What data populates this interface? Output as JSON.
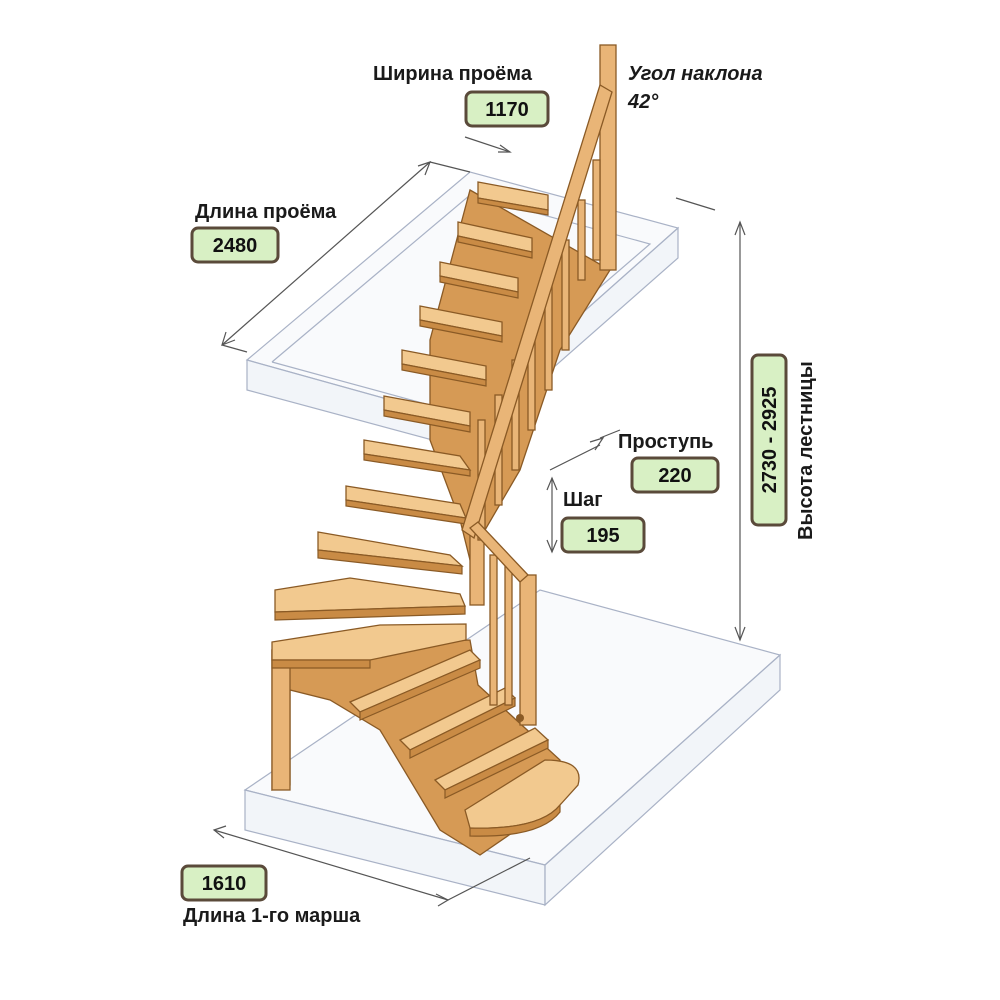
{
  "labels": {
    "opening_width": "Ширина проёма",
    "slope_angle_line1": "Угол наклона",
    "slope_angle_line2": "42°",
    "opening_length": "Длина проёма",
    "tread_depth": "Проступь",
    "step_rise": "Шаг",
    "stair_height": "Высота лестницы",
    "first_flight_length": "Длина 1-го марша"
  },
  "values": {
    "opening_width": "1170",
    "opening_length": "2480",
    "tread_depth": "220",
    "step_rise": "195",
    "stair_height": "2730 - 2925",
    "first_flight_length": "1610"
  },
  "colors": {
    "badge_fill": "#d8f0c4",
    "badge_border": "#5a4a3a",
    "wood": "#e9b577",
    "wood_edge": "#8a5a25",
    "glass": "#e8ecf4"
  }
}
